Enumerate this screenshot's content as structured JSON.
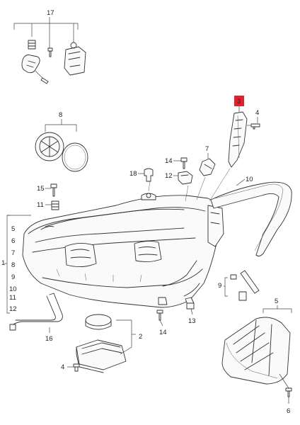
{
  "diagram": {
    "callouts": {
      "c1": "1",
      "c2": "2",
      "c3": "3",
      "c4a": "4",
      "c4b": "4",
      "c5a": "5",
      "c5b": "5",
      "c6a": "6",
      "c6b": "6",
      "c7a": "7",
      "c7b": "7",
      "c8a": "8",
      "c8b": "8",
      "c9a": "9",
      "c9b": "9",
      "c10a": "10",
      "c10b": "10",
      "c11a": "11",
      "c11b": "11",
      "c12a": "12",
      "c12b": "12",
      "c13": "13",
      "c14a": "14",
      "c14b": "14",
      "c15": "15",
      "c16": "16",
      "c17": "17",
      "c18": "18"
    },
    "highlight_color": "#e0202e"
  }
}
